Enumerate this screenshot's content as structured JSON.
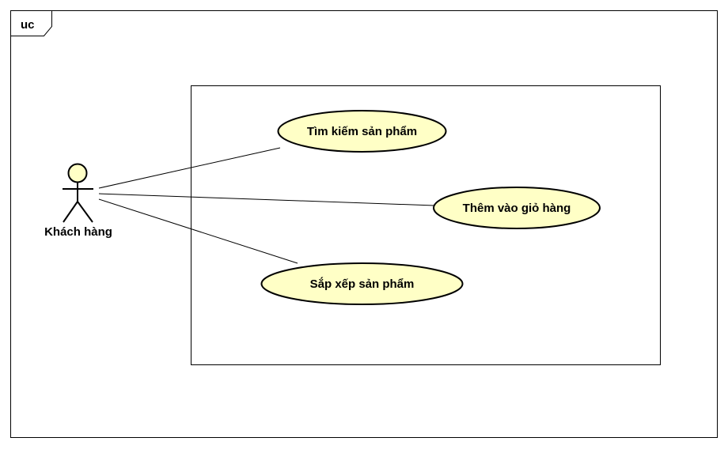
{
  "frame": {
    "label": "uc"
  },
  "actor": {
    "name": "Khách hàng"
  },
  "use_cases": [
    {
      "label": "Tìm kiếm sản phẩm"
    },
    {
      "label": "Thêm vào giỏ hàng"
    },
    {
      "label": "Sắp xếp sản phẩm"
    }
  ],
  "colors": {
    "use_case_fill": "#ffffc6",
    "actor_fill": "#ffffc6",
    "stroke": "#000000",
    "background": "#ffffff"
  }
}
